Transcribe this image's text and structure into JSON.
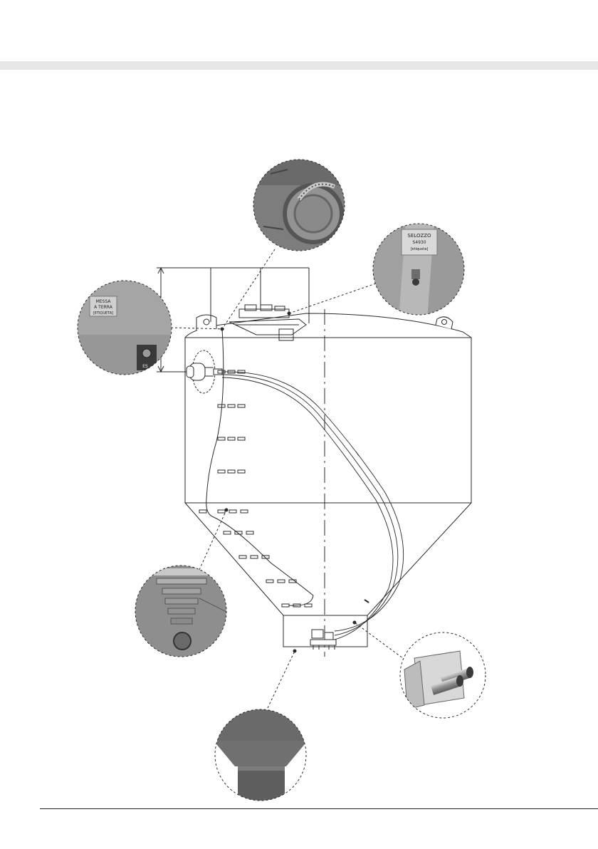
{
  "colors": {
    "line": "#2a2a2a",
    "band": "#e6e6e6",
    "photo_dark": "#5a5a5a",
    "photo_mid": "#8c8c8c",
    "photo_light": "#b5b5b5"
  },
  "callouts": {
    "top_photo": {
      "label": "manhole-detail"
    },
    "right_label": {
      "lines": [
        "SELOZZO",
        "S4930",
        "[etiqueta]"
      ]
    },
    "left_label": {
      "lines": [
        "MESSA",
        "A TERRA",
        "[ETIQUETA]"
      ],
      "bottom_mark": "ES"
    }
  }
}
